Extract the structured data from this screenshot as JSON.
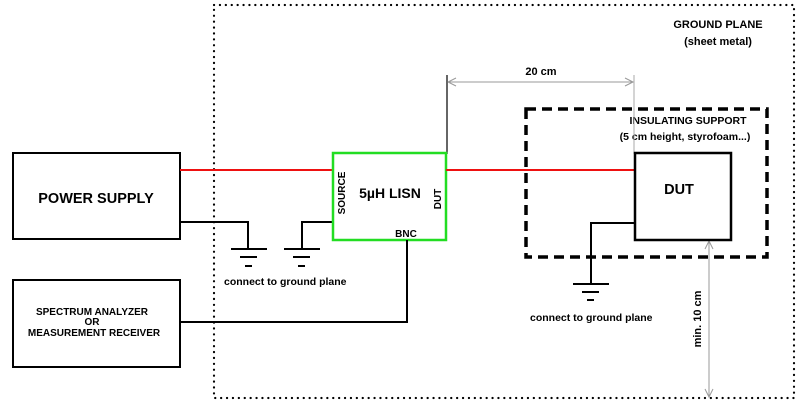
{
  "title": "LISN conducted emission test setup",
  "colors": {
    "line_power": "#ee1111",
    "lisn_border": "#22dd22",
    "wire": "#000000",
    "dimension": "#999999",
    "background": "#ffffff"
  },
  "ground_plane": {
    "label": "GROUND PLANE",
    "sublabel": "(sheet metal)"
  },
  "insulating_support": {
    "label": "INSULATING SUPPORT",
    "sublabel": "(5 cm height, styrofoam...)"
  },
  "blocks": {
    "power_supply": "POWER SUPPLY",
    "lisn": "5µH LISN",
    "lisn_port_source": "SOURCE",
    "lisn_port_dut": "DUT",
    "lisn_port_bnc": "BNC",
    "dut": "DUT",
    "analyzer_line1": "SPECTRUM ANALYZER",
    "analyzer_line2": "OR",
    "analyzer_line3": "MEASUREMENT RECEIVER"
  },
  "dimensions": {
    "horizontal": "20 cm",
    "vertical": "min. 10 cm"
  },
  "ground_notes": {
    "left": "connect to ground plane",
    "right": "connect to ground plane"
  }
}
